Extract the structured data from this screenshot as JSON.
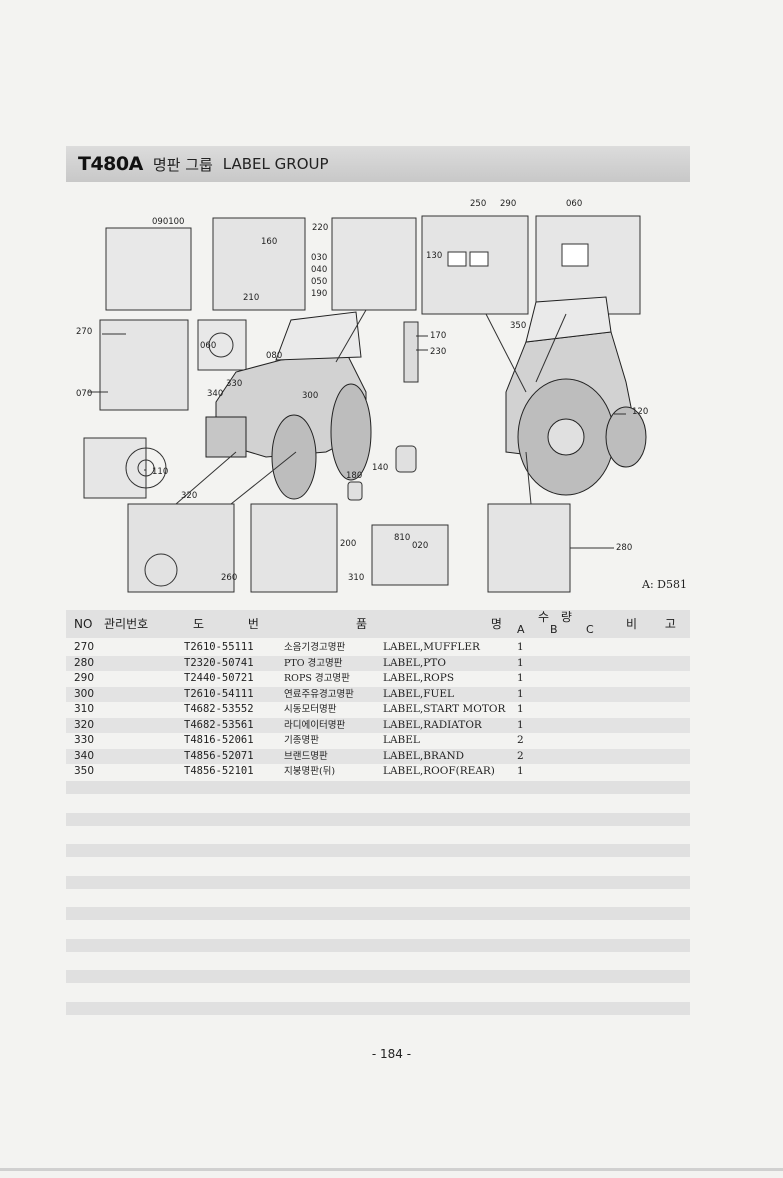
{
  "header": {
    "model": "T480A",
    "group_ko": "명판 그룹",
    "group_en": "LABEL GROUP"
  },
  "figure": {
    "diagram_code": "A: D581",
    "callouts": [
      "090",
      "100",
      "160",
      "210",
      "220",
      "030",
      "040",
      "050",
      "190",
      "250",
      "290",
      "060",
      "130",
      "350",
      "270",
      "060",
      "080",
      "330",
      "340",
      "300",
      "170",
      "230",
      "070",
      "120",
      "110",
      "180",
      "140",
      "320",
      "260",
      "200",
      "310",
      "810",
      "020",
      "280"
    ]
  },
  "table": {
    "headers": {
      "no": "NO",
      "mgmt": "관리번호",
      "drawing": "도 번",
      "name": "품 명",
      "qty": "수 량",
      "a": "A",
      "b": "B",
      "c": "C",
      "remark": "비 고"
    },
    "rows": [
      {
        "no": "270",
        "drawing": "T2610-55111",
        "name_ko": "소음기경고명판",
        "name_en": "LABEL,MUFFLER",
        "a": "1"
      },
      {
        "no": "280",
        "drawing": "T2320-50741",
        "name_ko": "PTO 경고명판",
        "name_en": "LABEL,PTO",
        "a": "1"
      },
      {
        "no": "290",
        "drawing": "T2440-50721",
        "name_ko": "ROPS 경고명판",
        "name_en": "LABEL,ROPS",
        "a": "1"
      },
      {
        "no": "300",
        "drawing": "T2610-54111",
        "name_ko": "연료주유경고명판",
        "name_en": "LABEL,FUEL",
        "a": "1"
      },
      {
        "no": "310",
        "drawing": "T4682-53552",
        "name_ko": "시동모터명판",
        "name_en": "LABEL,START MOTOR",
        "a": "1"
      },
      {
        "no": "320",
        "drawing": "T4682-53561",
        "name_ko": "라디에이터명판",
        "name_en": "LABEL,RADIATOR",
        "a": "1"
      },
      {
        "no": "330",
        "drawing": "T4816-52061",
        "name_ko": "기종명판",
        "name_en": "LABEL",
        "a": "2"
      },
      {
        "no": "340",
        "drawing": "T4856-52071",
        "name_ko": "브랜드명판",
        "name_en": "LABEL,BRAND",
        "a": "2"
      },
      {
        "no": "350",
        "drawing": "T4856-52101",
        "name_ko": "지붕명판(뒤)",
        "name_en": "LABEL,ROOF(REAR)",
        "a": "1"
      }
    ]
  },
  "footer": {
    "page": "- 184 -"
  }
}
